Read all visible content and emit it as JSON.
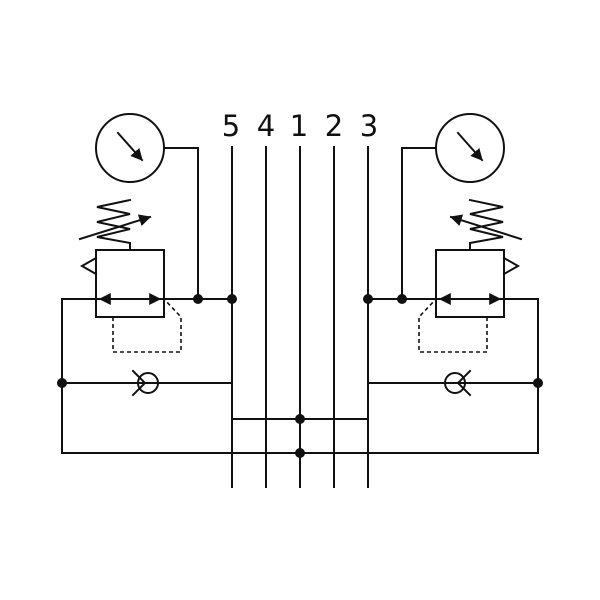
{
  "diagram": {
    "type": "pneumatic-schematic",
    "ports": [
      {
        "label": "5"
      },
      {
        "label": "4"
      },
      {
        "label": "1"
      },
      {
        "label": "2"
      },
      {
        "label": "3"
      }
    ],
    "components": {
      "left": [
        "pressure-gauge",
        "pressure-regulator",
        "check-valve"
      ],
      "right": [
        "pressure-gauge",
        "pressure-regulator",
        "check-valve"
      ]
    },
    "colors": {
      "line": "#111111",
      "background": "#ffffff"
    }
  }
}
